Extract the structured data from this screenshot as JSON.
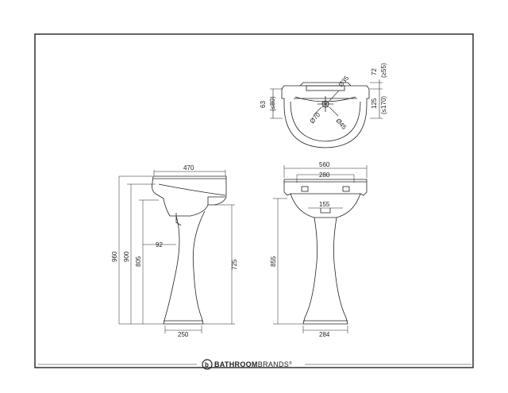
{
  "brand": {
    "name_part1": "BATHROOM",
    "name_part2": "BRANDS",
    "mark": "®",
    "logo_letter": "b"
  },
  "dimensions": {
    "top": {
      "d35": "Ø35",
      "d70": "Ø70",
      "d45": "Ø45",
      "v72": "72",
      "v55": "(≥55)",
      "v125": "125",
      "v170": "(≤170)",
      "v63": "63",
      "v80": "(≤80)"
    },
    "side": {
      "w470": "470",
      "h960": "960",
      "h900": "900",
      "h805": "805",
      "d92": "92",
      "h725": "725",
      "w250": "250"
    },
    "front": {
      "w560": "560",
      "w280": "280",
      "w155": "155",
      "h855": "855",
      "w284": "284"
    }
  }
}
